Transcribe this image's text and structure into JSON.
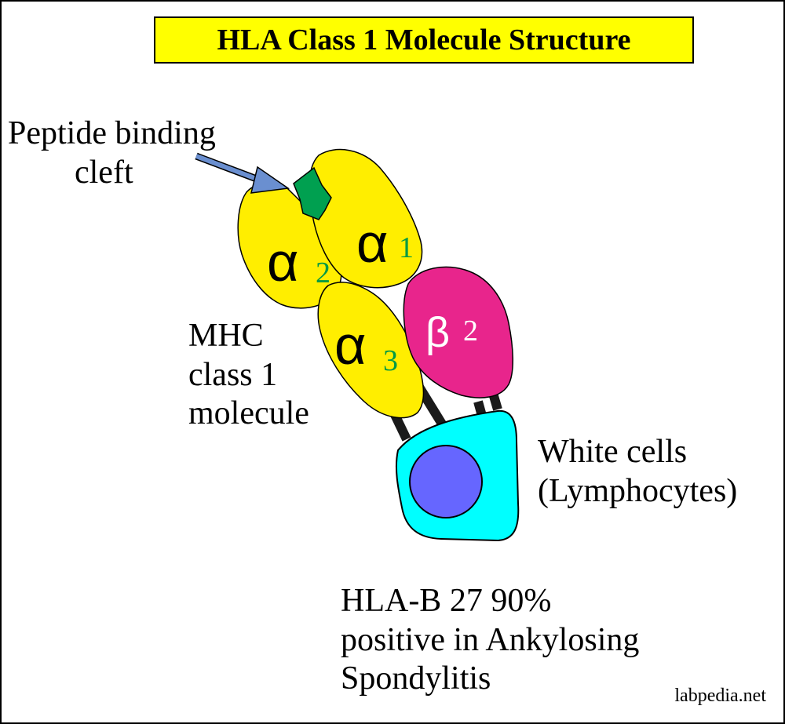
{
  "title": "HLA Class 1 Molecule Structure",
  "labels": {
    "peptide_line1": "Peptide binding",
    "peptide_line2": "cleft",
    "mhc_line1": "MHC",
    "mhc_line2": "class 1",
    "mhc_line3": "molecule",
    "white_line1": "White cells",
    "white_line2": "(Lymphocytes)",
    "hla_line1": "HLA-B 27 90%",
    "hla_line2": "positive in Ankylosing",
    "hla_line3": "Spondylitis"
  },
  "domains": {
    "alpha1": {
      "symbol": "α",
      "subscript": "1"
    },
    "alpha2": {
      "symbol": "α",
      "subscript": "2"
    },
    "alpha3": {
      "symbol": "α",
      "subscript": "3"
    },
    "beta2": {
      "symbol": "β",
      "subscript": "2"
    }
  },
  "brand": "labpedia.net",
  "colors": {
    "title_bg": "#ffff00",
    "alpha": "#ffee00",
    "beta": "#e8258c",
    "cell": "#00ffff",
    "nucleus": "#6666ff",
    "peptide": "#00a050",
    "arrow": "#6a8fd0",
    "subscript_green": "#009944"
  }
}
